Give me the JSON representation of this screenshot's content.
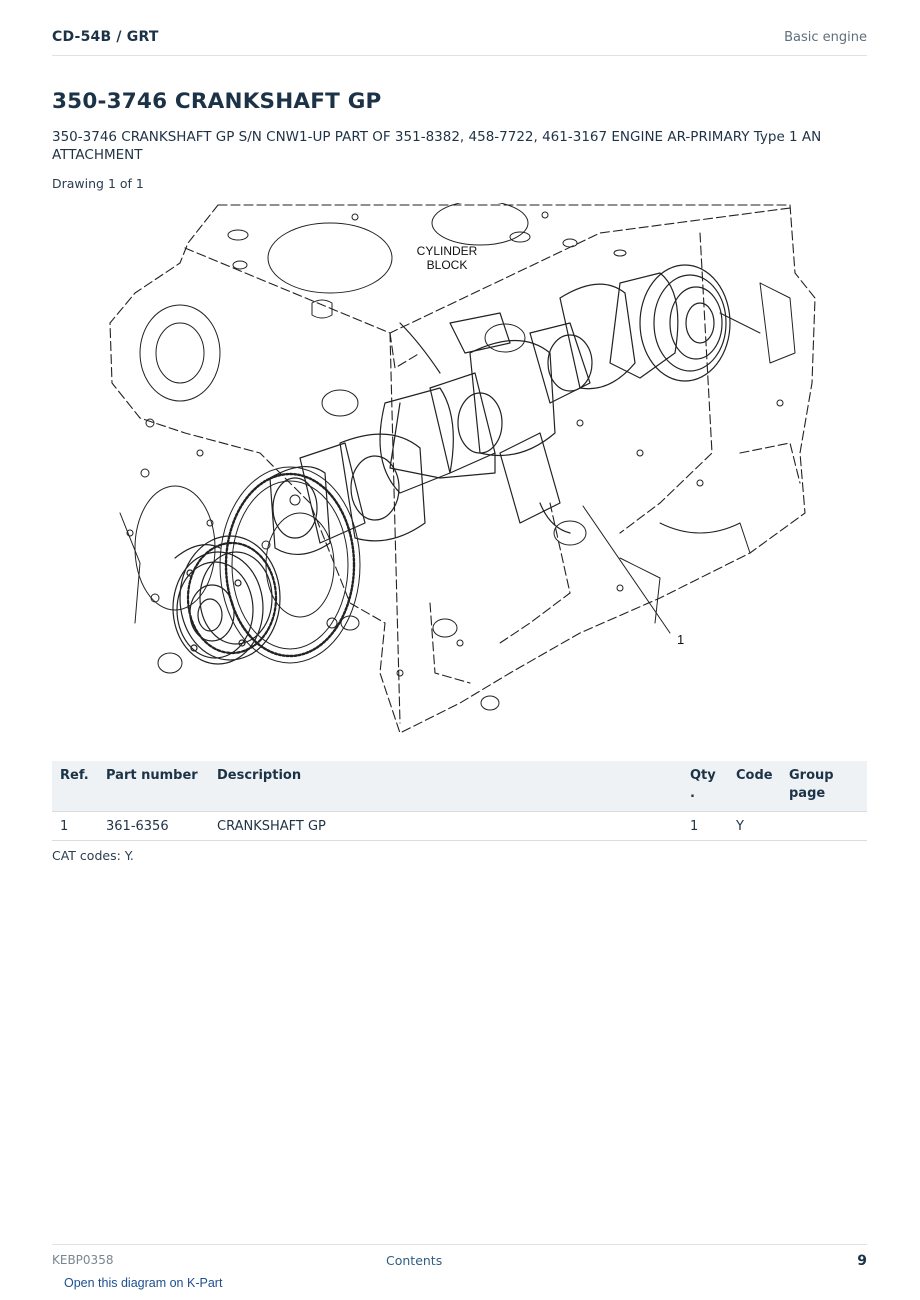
{
  "header": {
    "doc_id": "CD-54B  /  GRT",
    "section": "Basic engine"
  },
  "title": "350-3746 CRANKSHAFT GP",
  "subtitle": "350-3746 CRANKSHAFT GP S/N CNW1-UP PART OF 351-8382, 458-7722, 461-3167 ENGINE AR-PRIMARY Type 1 AN ATTACHMENT",
  "drawing": {
    "count_text": "Drawing 1 of 1",
    "label_line1": "CYLINDER",
    "label_line2": "BLOCK",
    "callout": "1"
  },
  "parts_table": {
    "headers": {
      "ref": "Ref.",
      "part_number": "Part number",
      "description": "Description",
      "qty_line1": "Qty",
      "qty_line2": ".",
      "code": "Code",
      "group_line1": "Group",
      "group_line2": "page"
    },
    "rows": [
      {
        "ref": "1",
        "part_number": "361-6356",
        "description": "CRANKSHAFT GP",
        "qty": "1",
        "code": "Y",
        "group_page": ""
      }
    ]
  },
  "cat_codes": "CAT codes: Y.",
  "footer": {
    "doc_code": "KEBP0358",
    "contents_label": "Contents",
    "page_number": "9",
    "kpart_link": "Open this diagram on K-Part"
  }
}
